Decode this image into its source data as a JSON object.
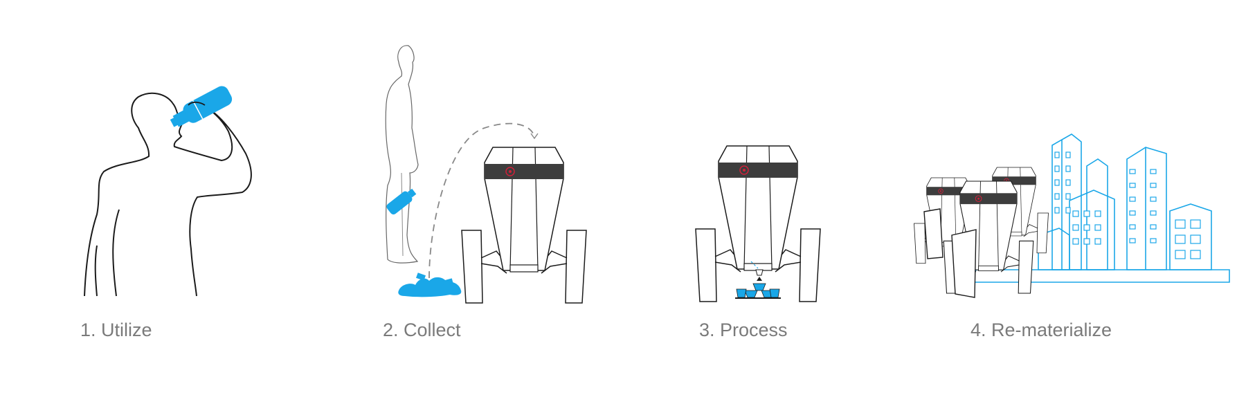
{
  "steps": [
    {
      "label": "1. Utilize",
      "illustration": "person-drinking-icon"
    },
    {
      "label": "2. Collect",
      "illustration": "robot-collecting-bottle-icon"
    },
    {
      "label": "3. Process",
      "illustration": "robot-processing-icon"
    },
    {
      "label": "4. Re-materialize",
      "illustration": "robots-city-icon"
    }
  ],
  "colors": {
    "accent": "#1aa7e8",
    "line": "#1a1a1a",
    "band": "#3d3d3d",
    "indicator": "#d0203a",
    "label": "#7a7a7a"
  }
}
